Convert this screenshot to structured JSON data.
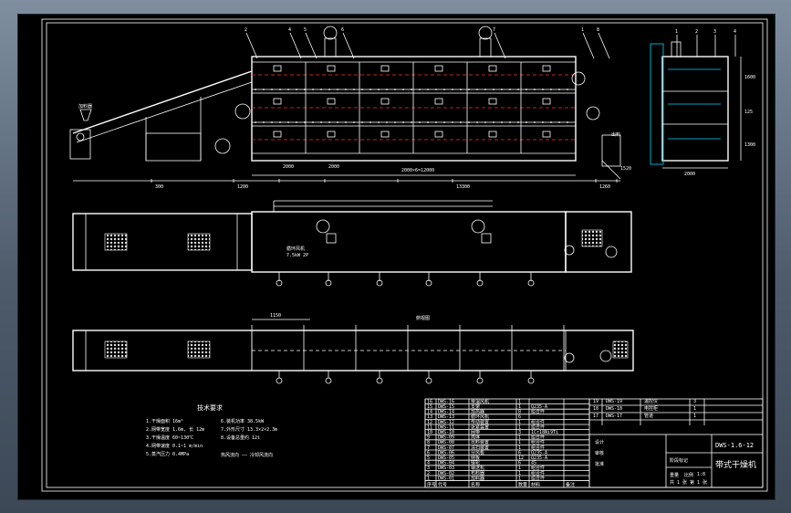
{
  "drawing": {
    "code": "DWS-1.6-12",
    "title": "带式干燥机",
    "scale": "1:8"
  },
  "elevation": {
    "callouts": [
      "2",
      "4",
      "5",
      "6",
      "7",
      "1",
      "8"
    ],
    "dims": [
      "300",
      "1200",
      "2000",
      "2000",
      "2000×6=12000",
      "13300",
      "1260",
      "1520"
    ],
    "feeder_label": "加料器",
    "discharge_label": "出料"
  },
  "side_view": {
    "callouts": [
      "1",
      "2",
      "3",
      "4"
    ],
    "dims": [
      "2000",
      "1600",
      "125",
      "1300"
    ]
  },
  "front_view": {
    "label": "循环风机",
    "sub_label": "7.5kW 2P"
  },
  "plan_view": {
    "label": "俯视图",
    "dim": "1150"
  },
  "notes": {
    "title": "技术要求",
    "lines": [
      "1.干燥面积 16m²",
      "2.网带宽度 1.6m, 长 12m",
      "3.干燥温度 60~130℃",
      "4.网带速度 0.1~1 m/min",
      "5.蒸汽压力 0.4MPa"
    ],
    "right_lines": [
      "6.装机功率 38.5kW",
      "7.外形尺寸 13.3×2×2.3m",
      "8.设备总重约 12t"
    ],
    "legend": "热风流向 —— 冷却风流向"
  },
  "parts_list": [
    {
      "no": "16",
      "code": "DWS-16",
      "name": "排湿风机",
      "qty": "1",
      "mat": ""
    },
    {
      "no": "15",
      "code": "DWS-15",
      "name": "支架",
      "qty": "1",
      "mat": "Q235-A"
    },
    {
      "no": "14",
      "code": "DWS-14",
      "name": "加热器",
      "qty": "8",
      "mat": "组合件"
    },
    {
      "no": "13",
      "code": "DWS-13",
      "name": "循环风机",
      "qty": "6",
      "mat": ""
    },
    {
      "no": "12",
      "code": "DWS-12",
      "name": "传动装置",
      "qty": "1",
      "mat": "组合件"
    },
    {
      "no": "11",
      "code": "DWS-11",
      "name": "张紧装置",
      "qty": "1",
      "mat": "组合件"
    },
    {
      "no": "10",
      "code": "DWS-10",
      "name": "网带",
      "qty": "3",
      "mat": "1Cr18Ni9Ti"
    },
    {
      "no": "9",
      "code": "DWS-09",
      "name": "壳体",
      "qty": "1",
      "mat": "组合件"
    },
    {
      "no": "8",
      "code": "DWS-08",
      "name": "出料装置",
      "qty": "1",
      "mat": "组合件"
    },
    {
      "no": "7",
      "code": "DWS-07",
      "name": "清扫装置",
      "qty": "1",
      "mat": "组合件"
    },
    {
      "no": "6",
      "code": "DWS-06",
      "name": "分风板",
      "qty": "6",
      "mat": "Q235-A"
    },
    {
      "no": "5",
      "code": "DWS-05",
      "name": "侧板",
      "qty": "12",
      "mat": "Q235-A"
    },
    {
      "no": "4",
      "code": "DWS-04",
      "name": "链轮",
      "qty": "6",
      "mat": "45"
    },
    {
      "no": "3",
      "code": "DWS-03",
      "name": "输送机",
      "qty": "1",
      "mat": "组合件"
    },
    {
      "no": "2",
      "code": "DWS-02",
      "name": "布料器",
      "qty": "1",
      "mat": "组合件"
    },
    {
      "no": "1",
      "code": "DWS-01",
      "name": "加料器",
      "qty": "1",
      "mat": "组合件"
    }
  ],
  "upper_list": [
    {
      "no": "19",
      "code": "DWS-19",
      "name": "温控仪",
      "qty": "3"
    },
    {
      "no": "18",
      "code": "DWS-18",
      "name": "电控柜",
      "qty": "1"
    },
    {
      "no": "17",
      "code": "DWS-17",
      "name": "管道",
      "qty": "1"
    }
  ],
  "title_block": {
    "headers": [
      "序号",
      "代号",
      "名称",
      "数量",
      "材料",
      "备注"
    ],
    "design": "设计",
    "check": "审核",
    "approve": "批准",
    "stage": "阶段标记",
    "weight": "重量",
    "ratio": "比例",
    "sheet": "共 1 张 第 1 张"
  }
}
